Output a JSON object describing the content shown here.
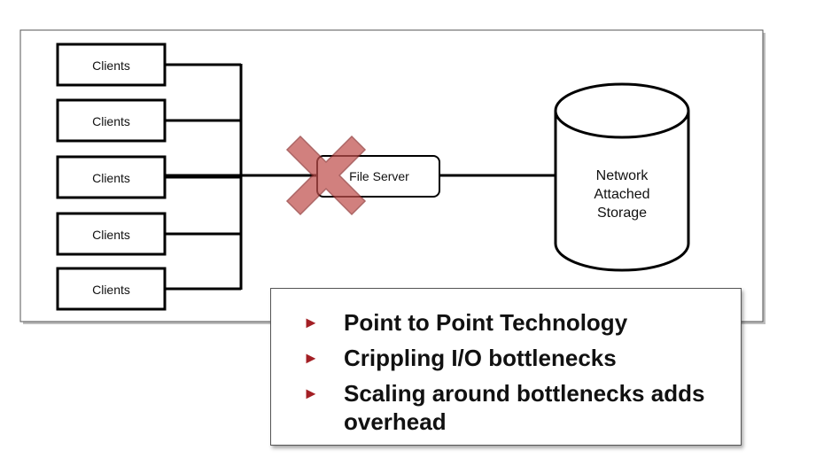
{
  "diagram": {
    "clients": [
      "Clients",
      "Clients",
      "Clients",
      "Clients",
      "Clients"
    ],
    "file_server": "File Server",
    "storage": [
      "Network",
      "Attached",
      "Storage"
    ],
    "colors": {
      "line": "#000000",
      "x_mark_fill": "#c0504d",
      "x_mark_stroke": "#8b2b2a"
    }
  },
  "callout": {
    "bullets": [
      "Point to Point Technology",
      "Crippling I/O bottlenecks",
      "Scaling around bottlenecks adds overhead"
    ],
    "bullet_color": "#a31f24"
  }
}
